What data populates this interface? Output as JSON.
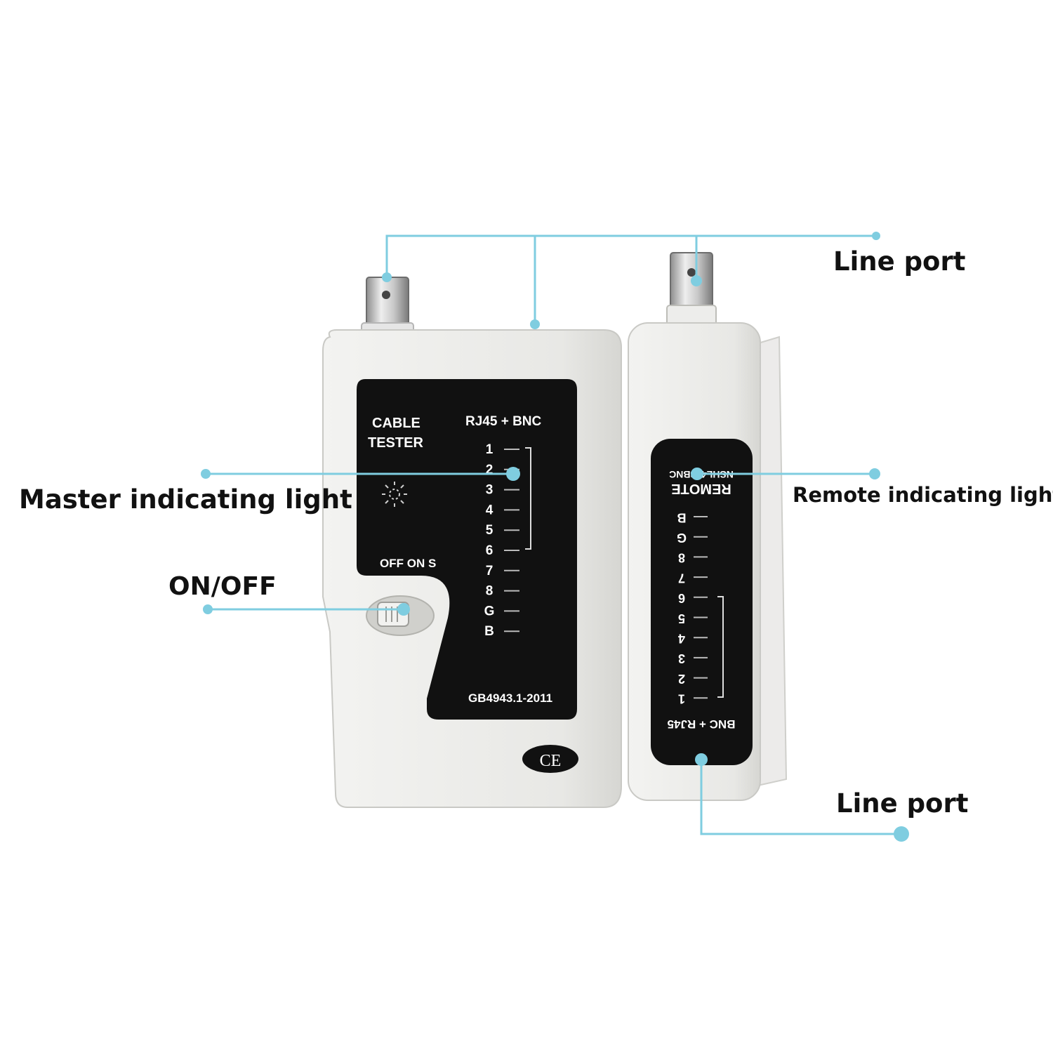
{
  "callouts": {
    "line_port_top": "Line port",
    "line_port_bottom": "Line port",
    "master_light": "Master indicating light",
    "remote_light": "Remote indicating light",
    "on_off": "ON/OFF"
  },
  "master_unit": {
    "title_line1": "CABLE",
    "title_line2": "TESTER",
    "mode": "RJ45 + BNC",
    "leds": [
      "1",
      "2",
      "3",
      "4",
      "5",
      "6",
      "7",
      "8",
      "G",
      "B"
    ],
    "switch_label": "OFF ON S",
    "standard": "GB4943.1-2011",
    "ce_mark": "CE"
  },
  "remote_unit": {
    "model": "NSHL468BNC",
    "title": "REMOTE",
    "mode": "BNC + RJ45",
    "leds": [
      "B",
      "G",
      "8",
      "7",
      "6",
      "5",
      "4",
      "3",
      "2",
      "1"
    ]
  },
  "colors": {
    "callout_line": "#7fcde0",
    "device_body": "#e9e9e6",
    "panel": "#111111"
  }
}
